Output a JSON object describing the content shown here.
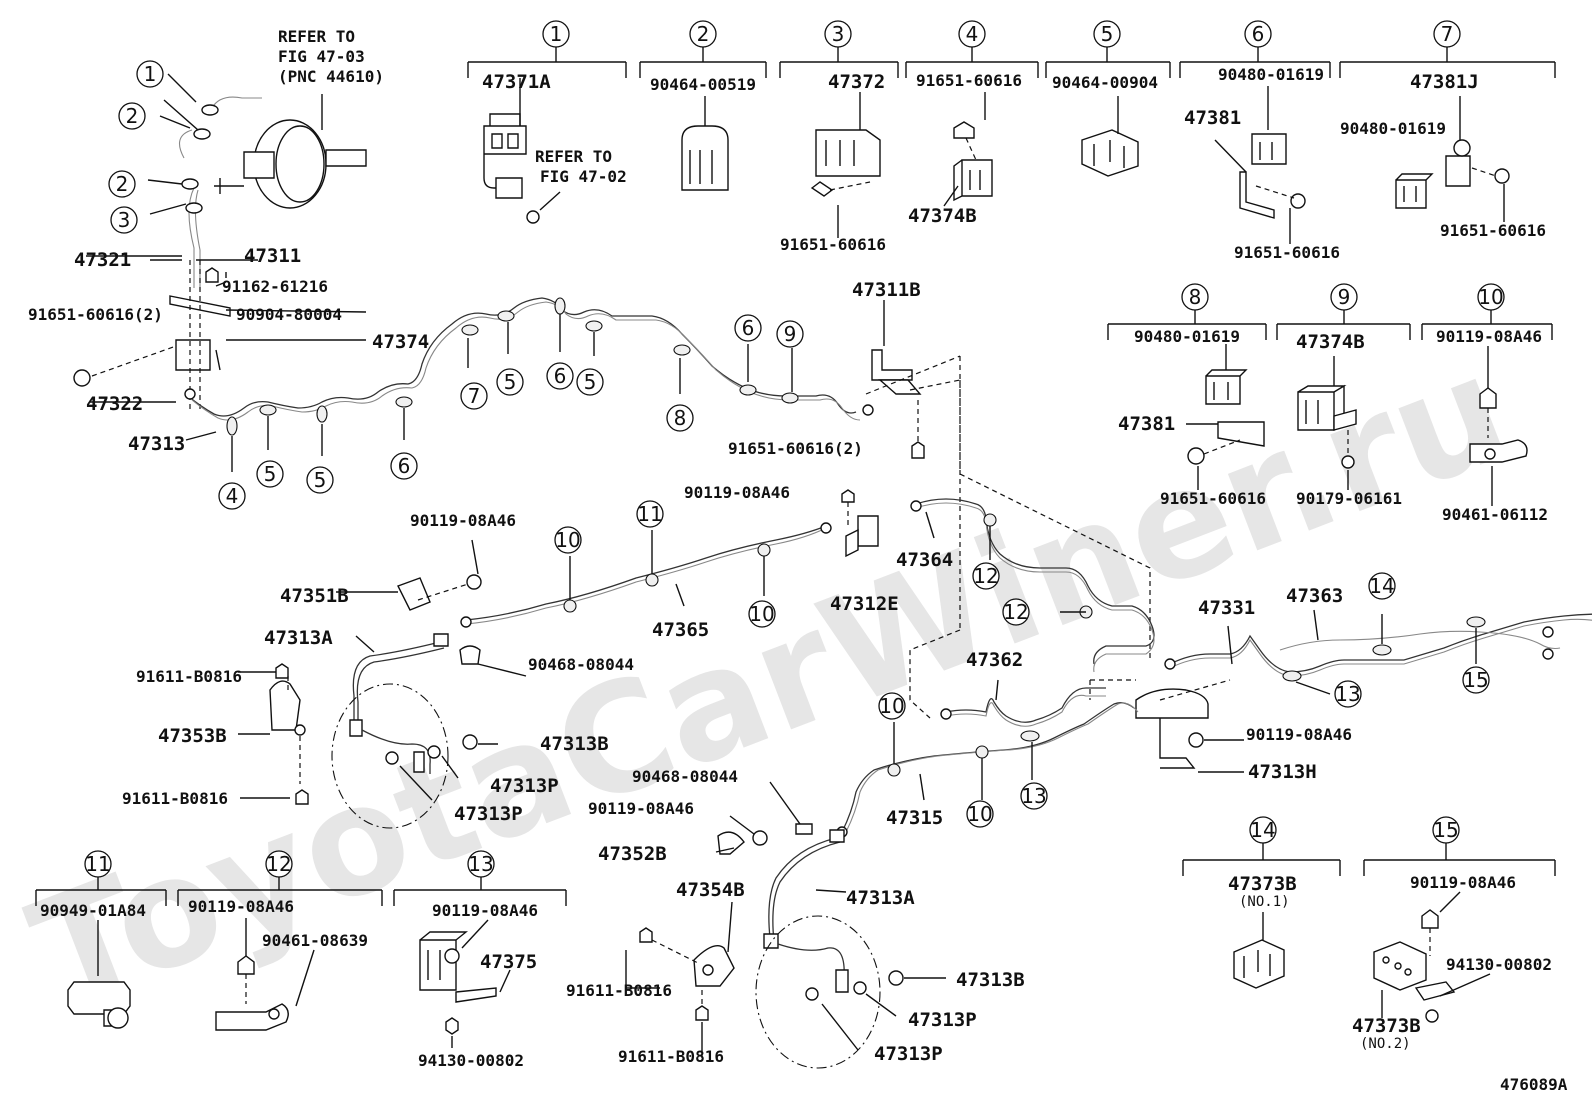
{
  "watermark": "ToyotaCarWiner.ru",
  "figure_code": "476089A",
  "refer_top": [
    "REFER TO",
    "FIG 47-03",
    "(PNC 44610)"
  ],
  "refer_mid": [
    "REFER TO",
    "FIG 47-02"
  ],
  "headers": [
    {
      "num": "1",
      "part": "47371A"
    },
    {
      "num": "2",
      "part": "90464-00519"
    },
    {
      "num": "3",
      "part": "47372"
    },
    {
      "num": "4",
      "part": "91651-60616"
    },
    {
      "num": "5",
      "part": "90464-00904"
    },
    {
      "num": "6",
      "part": "90480-01619"
    },
    {
      "num": "7",
      "part": "47381J"
    },
    {
      "num": "8",
      "part": "90480-01619"
    },
    {
      "num": "9",
      "part": "47374B"
    },
    {
      "num": "10",
      "part": "90119-08A46"
    },
    {
      "num": "11",
      "part": "90949-01A84"
    },
    {
      "num": "12",
      "part": "90119-08A46"
    },
    {
      "num": "13",
      "part": "90119-08A46"
    },
    {
      "num": "14",
      "part": "47373B"
    },
    {
      "num": "15",
      "part": "90119-08A46"
    }
  ],
  "detail_labels": {
    "d3": "91651-60616",
    "d4": "47374B",
    "d6a": "47381",
    "d6b": "91651-60616",
    "d7a": "90480-01619",
    "d7b": "91651-60616",
    "d8a": "47381",
    "d8b": "91651-60616",
    "d9": "90179-06161",
    "d10": "90461-06112",
    "d12": "90461-08639",
    "d13a": "47375",
    "d13b": "94130-00802",
    "d14sub": "(NO.1)",
    "d15a": "94130-00802",
    "d15b": "47373B",
    "d15sub": "(NO.2)"
  },
  "main_labels": {
    "l47321": "47321",
    "l47311": "47311",
    "l91162": "91162-61216",
    "l91651_2": "91651-60616(2)",
    "l90904": "90904-80004",
    "l47374": "47374",
    "l47322": "47322",
    "l47313": "47313",
    "l47311B": "47311B",
    "l91651_2b": "91651-60616(2)",
    "l90119a": "90119-08A46",
    "l90119b": "90119-08A46",
    "l47364": "47364",
    "l47351B": "47351B",
    "l47312E": "47312E",
    "l47313A_1": "47313A",
    "l47365": "47365",
    "l90468a": "90468-08044",
    "l91611a": "91611-B0816",
    "l47353B": "47353B",
    "l47313B_1": "47313B",
    "l47313P_1": "47313P",
    "l47313P_2": "47313P",
    "l91611b": "91611-B0816",
    "l47331": "47331",
    "l47363": "47363",
    "l47362": "47362",
    "l90119c": "90119-08A46",
    "l47313H": "47313H",
    "l90468b": "90468-08044",
    "l90119d": "90119-08A46",
    "l47315": "47315",
    "l47352B": "47352B",
    "l47354B": "47354B",
    "l47313A_2": "47313A",
    "l91611c": "91611-B0816",
    "l91611d": "91611-B0816",
    "l47313B_2": "47313B",
    "l47313P_3": "47313P",
    "l47313P_4": "47313P"
  },
  "callouts": {
    "c1a": "1",
    "c2a": "2",
    "c2b": "2",
    "c3a": "3",
    "c4a": "4",
    "c5a": "5",
    "c5b": "5",
    "c6a": "6",
    "c7a": "7",
    "c5c": "5",
    "c6b": "6",
    "c5d": "5",
    "c8a": "8",
    "c6c": "6",
    "c9a": "9",
    "c10a": "10",
    "c11a": "11",
    "c10b": "10",
    "c12a": "12",
    "c12b": "12",
    "c14a": "14",
    "c13a": "13",
    "c15a": "15",
    "c10c": "10",
    "c10d": "10",
    "c13b": "13"
  }
}
